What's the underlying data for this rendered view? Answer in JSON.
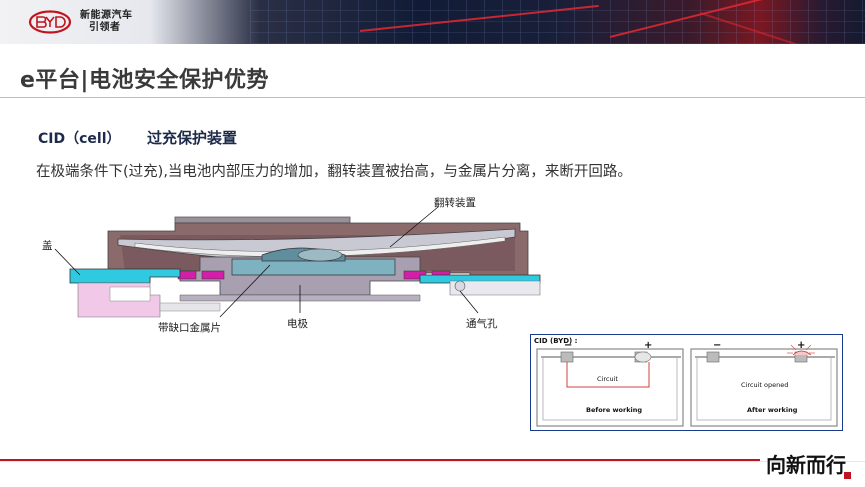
{
  "header": {
    "slogan_line1": "新能源汽车",
    "slogan_line2": "引领者"
  },
  "page": {
    "title": "e平台|电池安全保护优势"
  },
  "section": {
    "label": "CID（cell）",
    "subtitle": "过充保护装置",
    "description": "在极端条件下(过充),当电池内部压力的增加，翻转装置被抬高，与金属片分离，来断开回路。"
  },
  "diagram": {
    "callouts": {
      "flip_device": "翻转装置",
      "cover": "盖",
      "notched_metal": "带缺口金属片",
      "electrode": "电极",
      "vent_hole": "通气孔"
    }
  },
  "inset": {
    "title": "CID (BYD) :",
    "minus": "−",
    "plus": "+",
    "left_circuit": "Circuit",
    "left_caption": "Before working",
    "right_circuit": "Circuit opened",
    "right_caption": "After working"
  },
  "brand": {
    "calligraphy": "向新而行"
  },
  "colors": {
    "accent_red": "#c0141e",
    "title_navy": "#1d2a4a",
    "inset_border": "#1a3a8a"
  }
}
